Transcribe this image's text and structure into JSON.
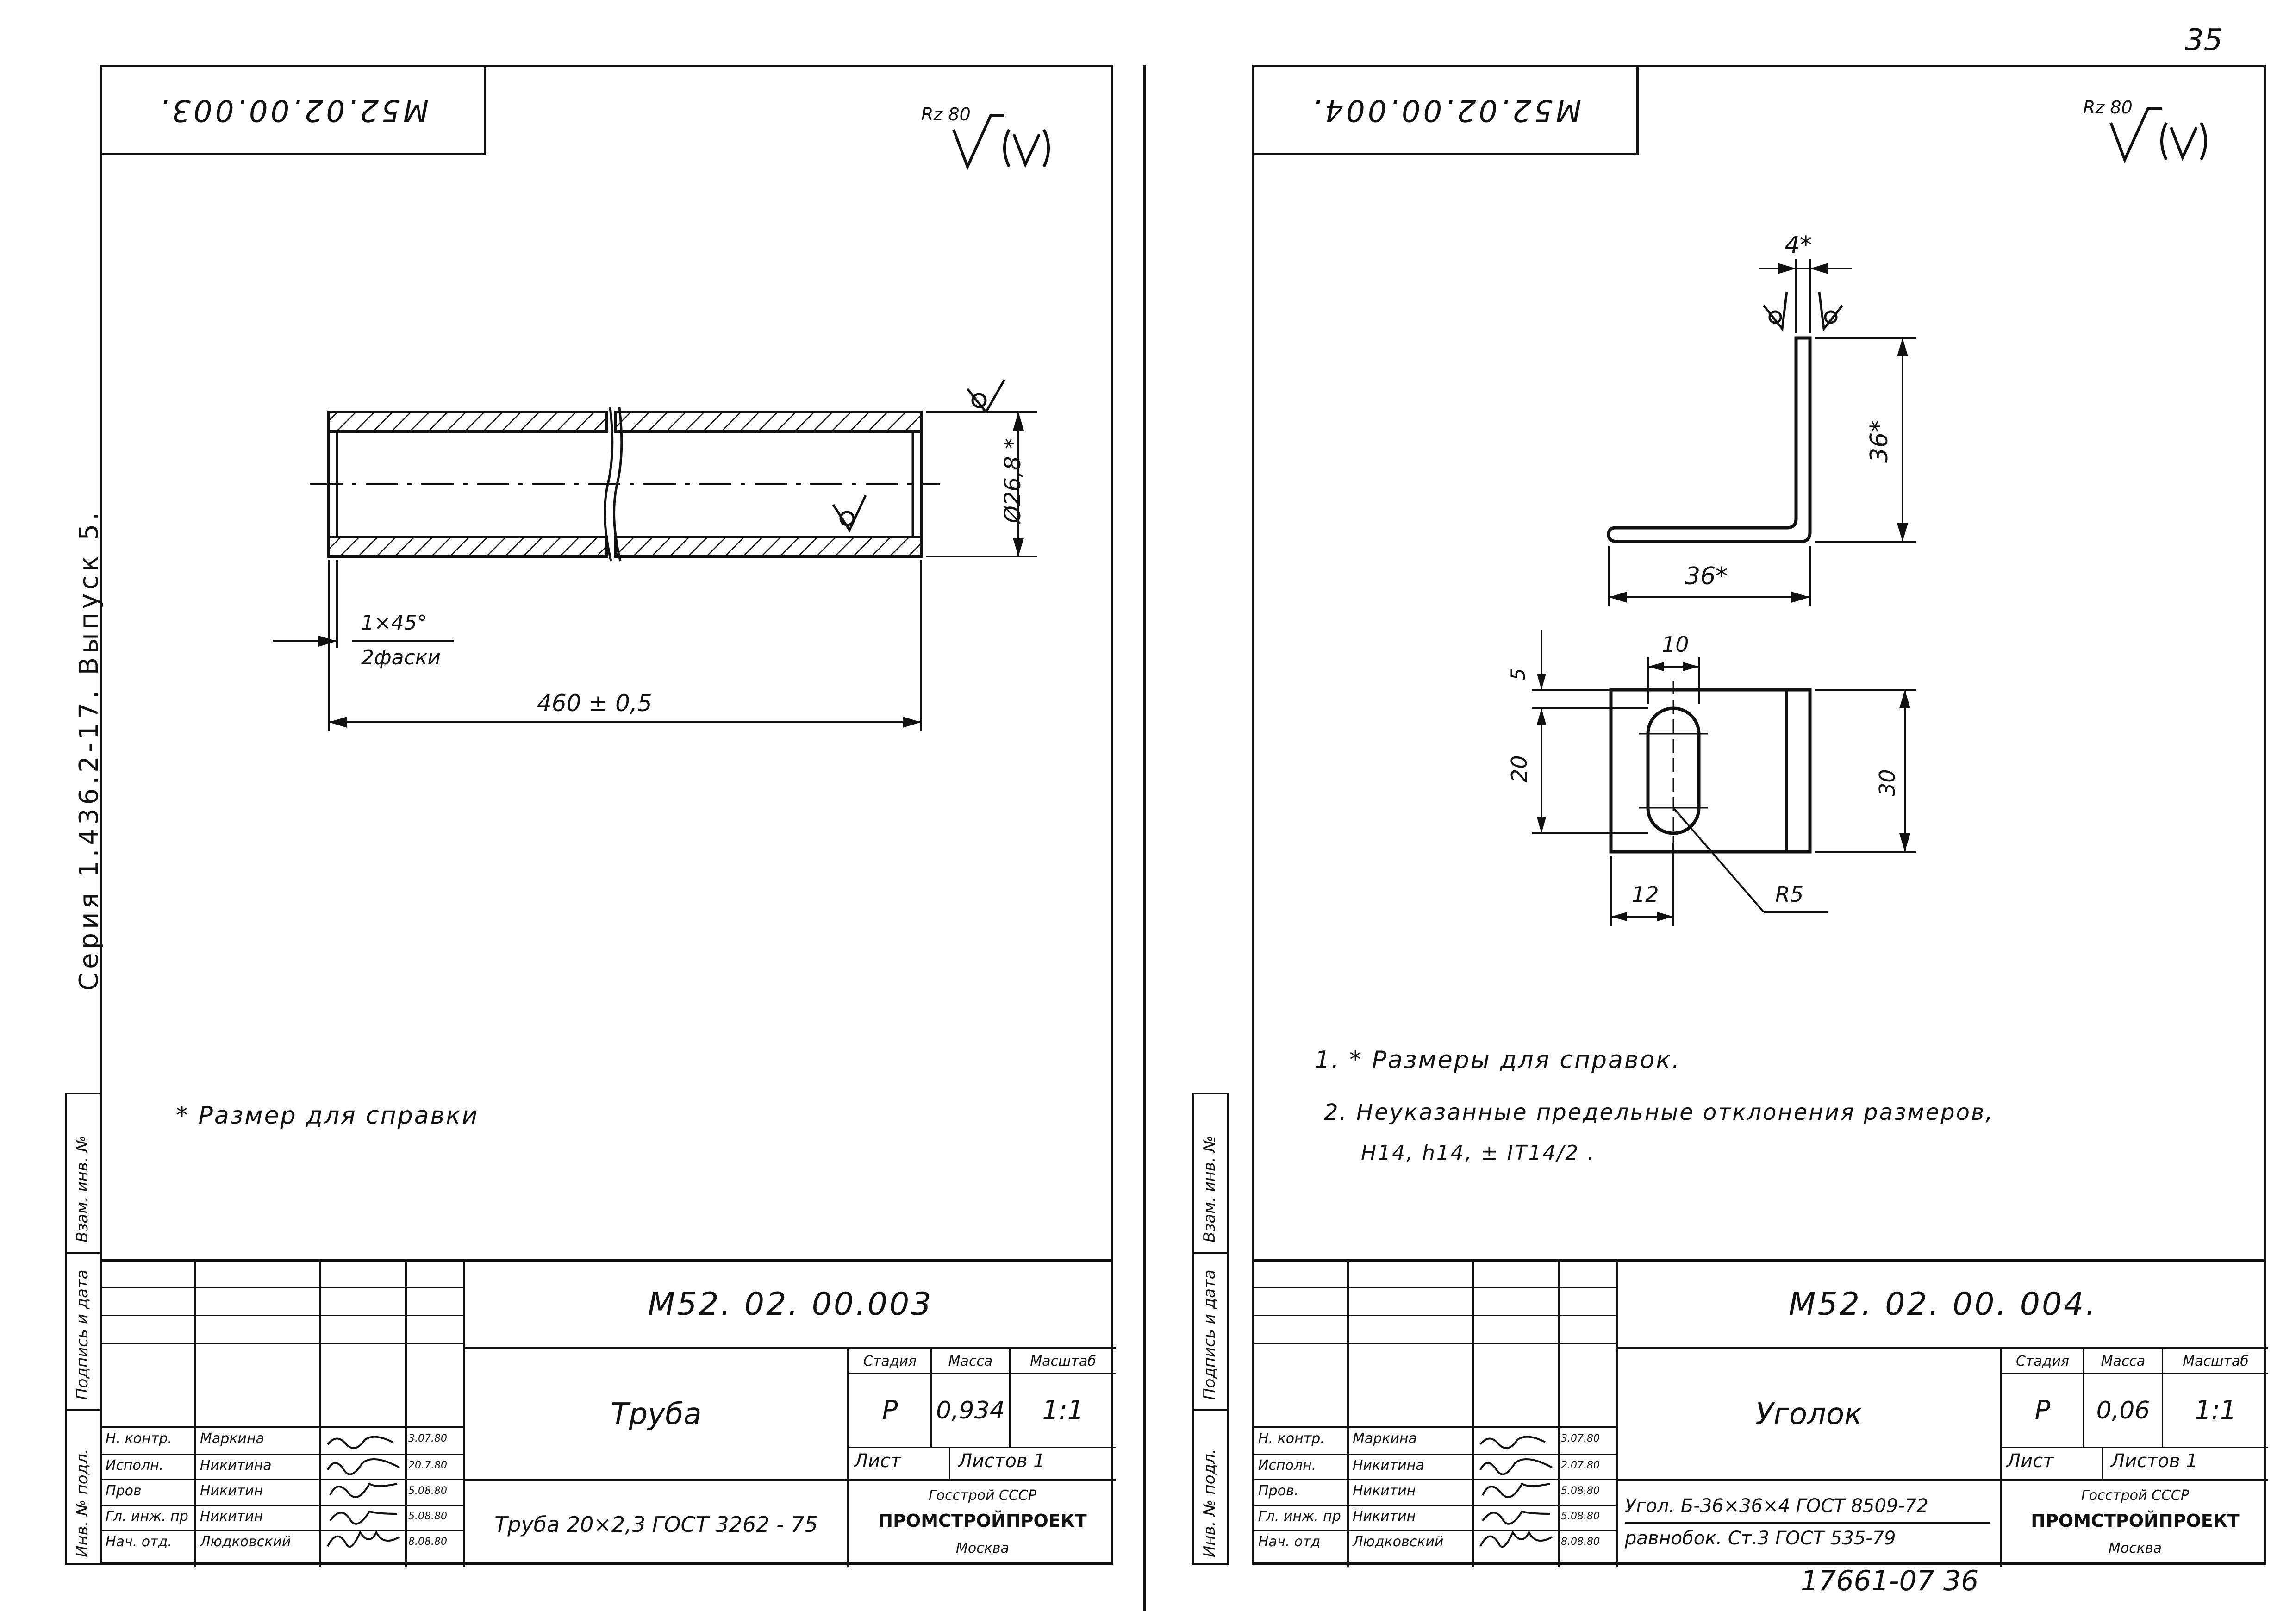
{
  "page_number": "35",
  "series_label": "Серия 1.436.2-17. Выпуск 5.",
  "footer_code": "17661-07 36",
  "side_columns": [
    "Инв. № подл.",
    "Подпись и дата",
    "Взам. инв. №"
  ],
  "sheets": [
    {
      "code_box": "М52.02.00.003.",
      "roughness": "Rz 80",
      "dims": {
        "diameter": "Ø26,8 *",
        "length": "460 ± 0,5",
        "chamfer_top": "1×45°",
        "chamfer_bottom": "2фаски"
      },
      "note": "* Размер для справки",
      "title_block": {
        "designation": "М52. 02. 00.003",
        "name": "Труба",
        "material": "Труба 20×2,3 ГОСТ 3262 - 75",
        "headers": [
          "Стадия",
          "Масса",
          "Масштаб"
        ],
        "values": [
          "Р",
          "0,934",
          "1:1"
        ],
        "sheet_label": "Лист",
        "sheets_label": "Листов 1",
        "org_lines": [
          "Госстрой СССР",
          "ПРОМСТРОЙПРОЕКТ",
          "Москва"
        ],
        "roles": [
          "Н. контр.",
          "Исполн.",
          "Пров",
          "Гл. инж. пр",
          "Нач. отд."
        ],
        "names": [
          "Маркина",
          "Никитина",
          "Никитин",
          "Никитин",
          "Людковский"
        ],
        "dates": [
          "3.07.80",
          "20.7.80",
          "5.08.80",
          "5.08.80",
          "8.08.80"
        ]
      }
    },
    {
      "code_box": "М52.02.00.004.",
      "roughness": "Rz 80",
      "dims": {
        "thickness": "4*",
        "height": "36*",
        "width": "36*",
        "slot_width": "10",
        "edge": "5",
        "slot_len": "20",
        "total": "30",
        "offset": "12",
        "radius": "R5"
      },
      "notes": [
        "1. * Размеры для справок.",
        "2. Неуказанные предельные отклонения размеров,",
        "H14, h14, ± IT14/2 ."
      ],
      "title_block": {
        "designation": "М52. 02. 00. 004.",
        "name": "Уголок",
        "material_line1": "Угол. Б-36×36×4 ГОСТ 8509-72",
        "material_line2": "равнобок.  Ст.3  ГОСТ 535-79",
        "headers": [
          "Стадия",
          "Масса",
          "Масштаб"
        ],
        "values": [
          "Р",
          "0,06",
          "1:1"
        ],
        "sheet_label": "Лист",
        "sheets_label": "Листов 1",
        "org_lines": [
          "Госстрой СССР",
          "ПРОМСТРОЙПРОЕКТ",
          "Москва"
        ],
        "roles": [
          "Н. контр.",
          "Исполн.",
          "Пров.",
          "Гл. инж. пр",
          "Нач. отд"
        ],
        "names": [
          "Маркина",
          "Никитина",
          "Никитин",
          "Никитин",
          "Людковский"
        ],
        "dates": [
          "3.07.80",
          "2.07.80",
          "5.08.80",
          "5.08.80",
          "8.08.80"
        ]
      }
    }
  ]
}
